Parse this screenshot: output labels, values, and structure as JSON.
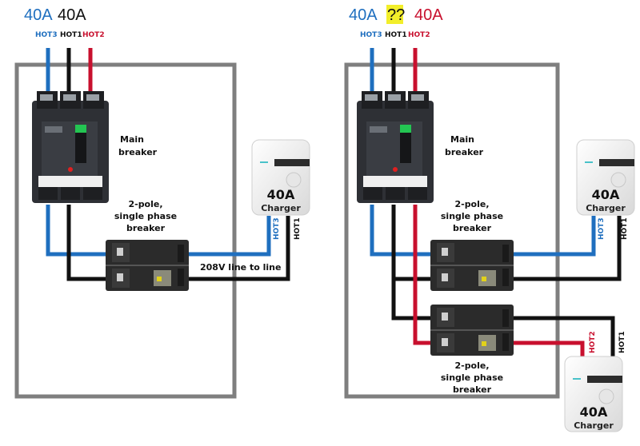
{
  "colors": {
    "hot1": "#111111",
    "hot2": "#c8102e",
    "hot3": "#1f6fbf",
    "panel": "#7f7f7f",
    "highlight": "#f2ee2a"
  },
  "left": {
    "amps": {
      "hot3": "40A",
      "hot1": "40A"
    },
    "wire_labels": {
      "hot3": "HOT3",
      "hot1": "HOT1",
      "hot2": "HOT2"
    },
    "main_breaker_label": [
      "Main",
      "breaker"
    ],
    "breaker_label": [
      "2-pole,",
      "single phase",
      "breaker"
    ],
    "voltage_label": "208V line to line",
    "charger": {
      "rating": "40A",
      "name": "Charger",
      "wire_a": "HOT3",
      "wire_b": "HOT1"
    }
  },
  "right": {
    "amps": {
      "hot3": "40A",
      "hot1": "??",
      "hot2": "40A"
    },
    "wire_labels": {
      "hot3": "HOT3",
      "hot1": "HOT1",
      "hot2": "HOT2"
    },
    "main_breaker_label": [
      "Main",
      "breaker"
    ],
    "breaker_top_label": [
      "2-pole,",
      "single phase",
      "breaker"
    ],
    "breaker_bottom_label": [
      "2-pole,",
      "single phase",
      "breaker"
    ],
    "charger_top": {
      "rating": "40A",
      "name": "Charger",
      "wire_a": "HOT3",
      "wire_b": "HOT1"
    },
    "charger_bottom": {
      "rating": "40A",
      "name": "Charger",
      "wire_a": "HOT2",
      "wire_b": "HOT1"
    }
  }
}
